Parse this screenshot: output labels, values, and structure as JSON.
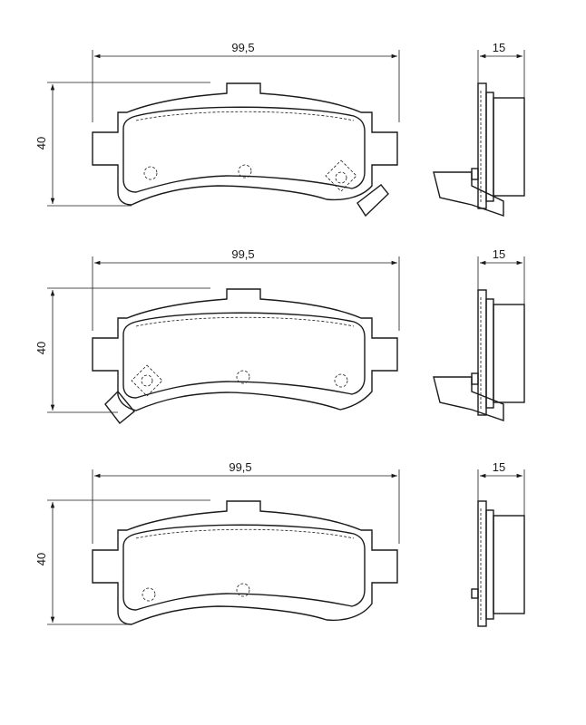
{
  "pads": [
    {
      "width_label": "99,5",
      "height_label": "40",
      "thickness_label": "15",
      "wear_sensor": "right"
    },
    {
      "width_label": "99,5",
      "height_label": "40",
      "thickness_label": "15",
      "wear_sensor": "left"
    },
    {
      "width_label": "99,5",
      "height_label": "40",
      "thickness_label": "15",
      "wear_sensor": "none"
    }
  ]
}
